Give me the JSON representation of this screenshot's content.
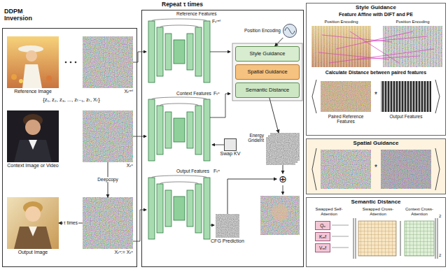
{
  "diagram": {
    "nodes": [
      {
        "text": [
          "DDPM Inversion"
        ]
      },
      {
        "text": [
          "Reference Image"
        ],
        "in": 0
      },
      {
        "text": [
          "Xₜʳᵉᶠ"
        ],
        "in": 0
      },
      {
        "text": [
          "Context Image or Video"
        ],
        "in": 0
      },
      {
        "text": [
          "Xₜᶜ"
        ],
        "in": 0
      },
      {
        "text": [
          "Output Image"
        ],
        "in": 0
      },
      {
        "text": [
          "Xₜᵒ:= Xₜᶜ"
        ],
        "in": 0
      },
      {
        "text": [
          "Repeat τ times"
        ]
      },
      {
        "text": [
          "Position Encoding"
        ],
        "in": 7
      },
      {
        "text": [
          "Style Guidance"
        ],
        "in": 7
      },
      {
        "text": [
          "Spatial Guidance"
        ],
        "in": 7
      },
      {
        "text": [
          "Semantic Distance"
        ],
        "in": 7
      },
      {
        "text": [
          "Swap KV"
        ],
        "in": 7
      },
      {
        "text": [
          "Energy Gridient"
        ],
        "in": 7
      },
      {
        "text": [
          "CFG Prediction"
        ],
        "in": 7
      },
      {
        "text": [
          "⊕"
        ],
        "in": 7
      },
      {
        "text": [
          "Style Guidance"
        ]
      },
      {
        "text": [
          "Spatial Guidance"
        ]
      },
      {
        "text": [
          "Semantic Distance"
        ]
      },
      {
        "text": [
          "Qₒ"
        ],
        "in": 18
      },
      {
        "text": [
          "Kᵣₑf"
        ],
        "in": 18
      },
      {
        "text": [
          "Vᵣₑf"
        ],
        "in": 18
      }
    ],
    "edges": [
      {
        "from": 4,
        "to": 6,
        "label": "Deepcopy",
        "arrow": "to"
      },
      {
        "from": 6,
        "to": 5,
        "label": "τ times",
        "arrow": "to"
      },
      {
        "from": 8,
        "to": 9,
        "arrow": "to"
      },
      {
        "from": 11,
        "to": 13,
        "arrow": "to"
      },
      {
        "from": 13,
        "to": 15,
        "arrow": "to"
      },
      {
        "from": 14,
        "to": 15,
        "arrow": "to"
      }
    ],
    "labels": [
      "{z₁, z₂, z₃, ..., zₜ₋₁, zₜ, Xₜ}",
      "Reference Features",
      "Fₜʳᵉᶠ",
      "Context Features",
      "Fₜᶜ",
      "Output Features",
      "Fₜᵒ",
      "Feature Affine with DIFT and PE",
      "Position Encoding",
      "Position Encoding",
      "Calculate Distance between paired features",
      "Paired Reference Features",
      "Output Features",
      "Swapped Self-Attention",
      "Swapped Cross-Attention",
      "Context Cross-Attention",
      "2",
      "2",
      "*",
      "*"
    ]
  }
}
